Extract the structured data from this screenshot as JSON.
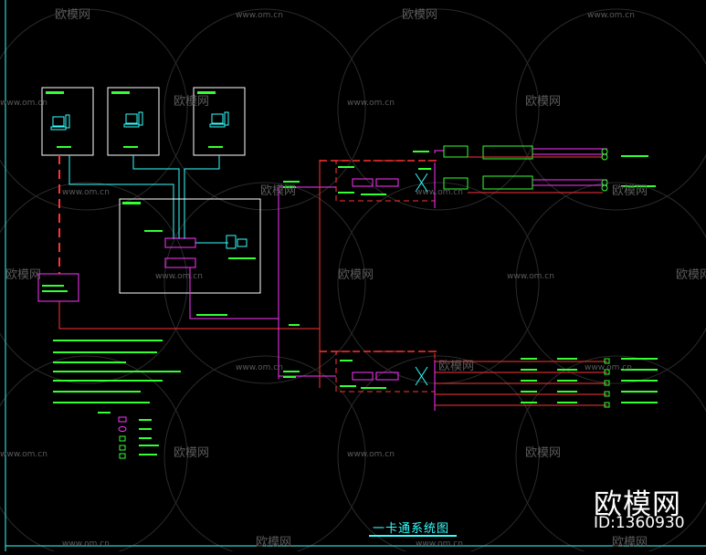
{
  "title": "一卡通系统图",
  "brand": {
    "name": "欧模网",
    "id": "ID:1360930"
  },
  "watermark": {
    "text": "欧模网",
    "url": "www.om.cn"
  },
  "colors": {
    "red": "#ff3333",
    "cyan": "#33ffff",
    "magenta": "#ff33ff",
    "green": "#33ff33",
    "white": "#ffffff"
  }
}
